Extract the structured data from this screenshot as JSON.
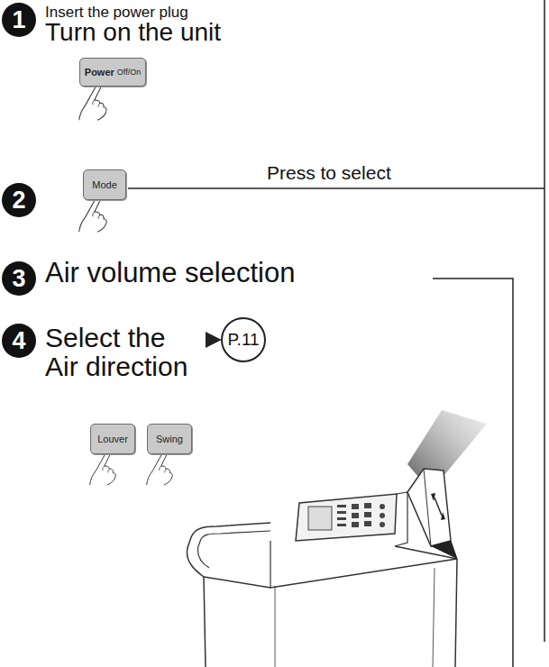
{
  "diagram": {
    "nodes": [
      {
        "text": [
          "1",
          "Insert the power plug",
          "Turn on the unit"
        ]
      },
      {
        "text": [
          "Power",
          "Off/On"
        ]
      },
      {
        "text": [
          "2"
        ]
      },
      {
        "text": [
          "Mode"
        ]
      },
      {
        "text": [
          "3",
          "Air volume selection"
        ]
      },
      {
        "text": [
          "4",
          "Select the Air direction"
        ]
      },
      {
        "text": [
          "P.11"
        ]
      },
      {
        "text": [
          "Louver"
        ]
      },
      {
        "text": [
          "Swing"
        ]
      }
    ],
    "edges": [
      {
        "from": 5,
        "to": 6,
        "arrow": "to"
      }
    ],
    "labels": [
      "Press to select"
    ]
  }
}
